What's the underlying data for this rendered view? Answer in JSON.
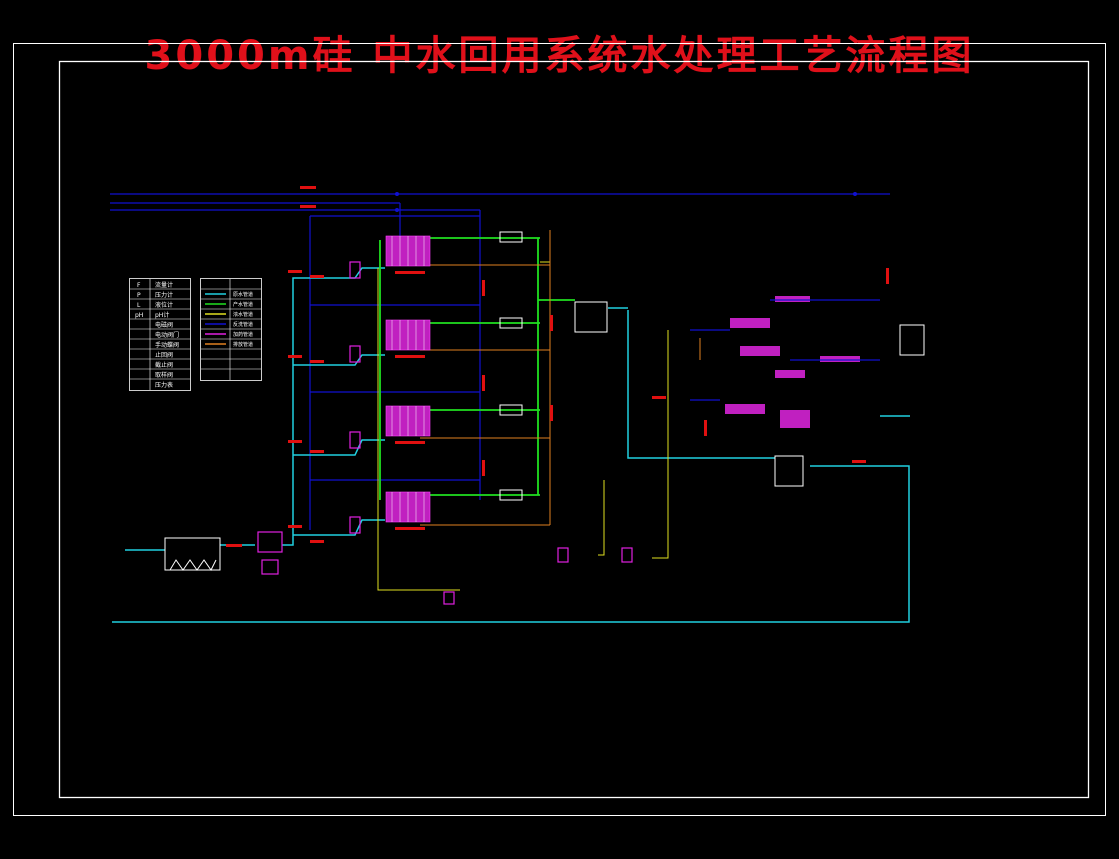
{
  "title": "3000m硅 中水回用系统水处理工艺流程图",
  "colors": {
    "background": "#000000",
    "border": "#ffffff",
    "title": "#e0101a",
    "pipe_blue": "#1010d0",
    "pipe_cyan": "#20d0e0",
    "pipe_green": "#20e020",
    "pipe_yellow": "#e0e020",
    "pipe_orange": "#e08020",
    "tag_red": "#e01010",
    "equip_magenta": "#e020e0"
  },
  "legend_left_symbols": [
    "F",
    "P",
    "L",
    "pH",
    "",
    "",
    "",
    "",
    "",
    "",
    ""
  ],
  "legend_left_labels": [
    "流量计",
    "压力计",
    "液位计",
    "pH计",
    "电磁阀",
    "电动阀门",
    "手动蝶阀",
    "止回阀",
    "截止阀",
    "取样阀",
    "压力表"
  ],
  "legend_right_labels": [
    "原水管道",
    "产水管道",
    "浓水管道",
    "反洗管道",
    "加药管道",
    "排放管道"
  ],
  "legend_right_colors": [
    "#20d0e0",
    "#20e020",
    "#e0e020",
    "#1010d0",
    "#e020e0",
    "#e08020"
  ]
}
